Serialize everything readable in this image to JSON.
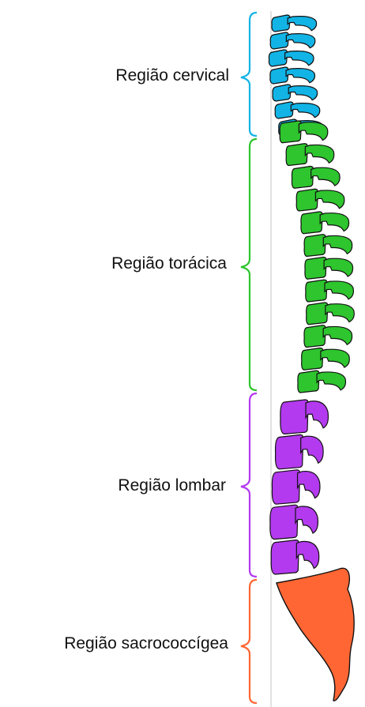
{
  "regions": [
    {
      "key": "cervical",
      "label": "Região cervical",
      "color": "#12B4E6",
      "vertebrae": 7
    },
    {
      "key": "thoracic",
      "label": "Região torácica",
      "color": "#2EC52E",
      "vertebrae": 12
    },
    {
      "key": "lumbar",
      "label": "Região lombar",
      "color": "#B43AF0",
      "vertebrae": 5
    },
    {
      "key": "sacral",
      "label": "Região sacrococcígea",
      "color": "#FF6633"
    }
  ],
  "outline_color": "#111111",
  "frame_line_color": "#CFCFCF"
}
